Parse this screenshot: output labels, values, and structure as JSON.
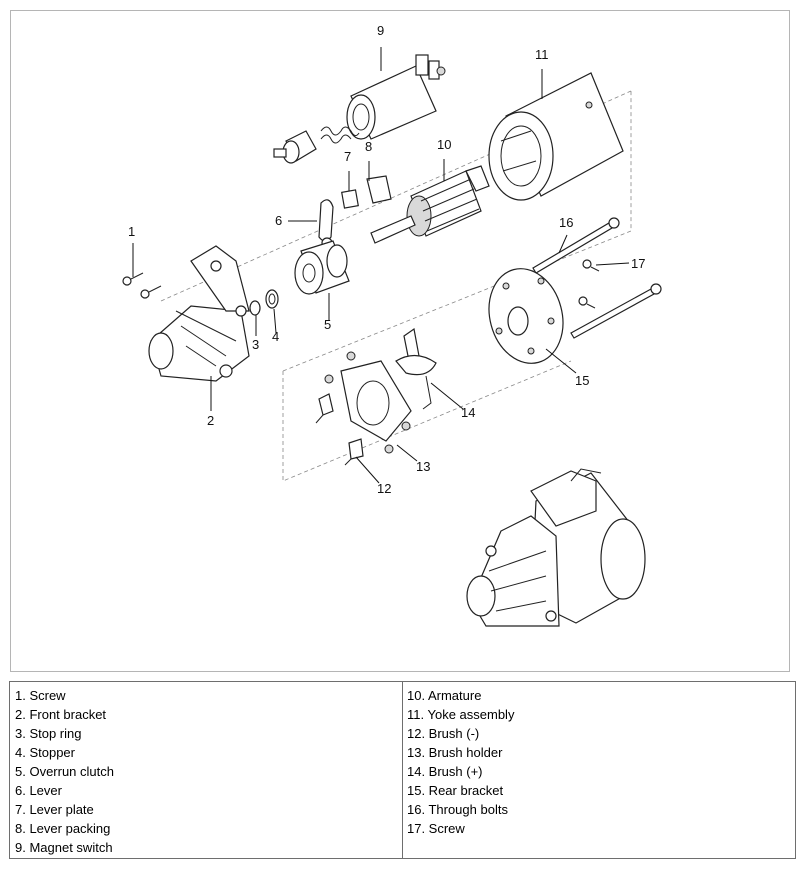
{
  "callouts": [
    "1",
    "2",
    "3",
    "4",
    "5",
    "6",
    "7",
    "8",
    "9",
    "10",
    "11",
    "12",
    "13",
    "14",
    "15",
    "16",
    "17"
  ],
  "legend": {
    "left": [
      "1. Screw",
      "2. Front bracket",
      "3. Stop ring",
      "4. Stopper",
      "5. Overrun clutch",
      "6. Lever",
      "7. Lever plate",
      "8. Lever packing",
      "9. Magnet switch"
    ],
    "right": [
      "10. Armature",
      "11. Yoke assembly",
      "12. Brush (-)",
      "13. Brush holder",
      "14. Brush (+)",
      "15. Rear bracket",
      "16. Through bolts",
      "17. Screw"
    ]
  },
  "colors": {
    "frame_border": "#b5b5b5",
    "legend_border": "#6e6e6e",
    "line": "#222222"
  }
}
